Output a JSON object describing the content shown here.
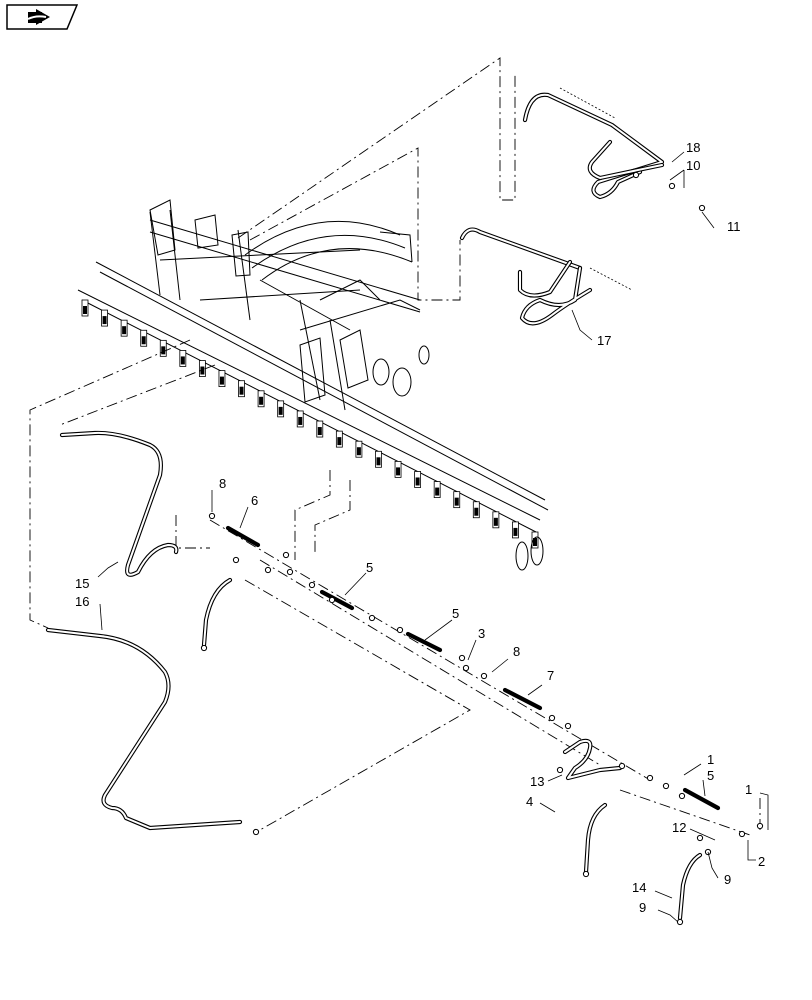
{
  "nav": {
    "icon": "next-page-arrow-icon"
  },
  "callouts": [
    "18",
    "10",
    "11",
    "17",
    "8",
    "6",
    "15",
    "16",
    "5",
    "5",
    "3",
    "8",
    "7",
    "1",
    "5",
    "13",
    "4",
    "1",
    "12",
    "2",
    "9",
    "14",
    "9"
  ]
}
